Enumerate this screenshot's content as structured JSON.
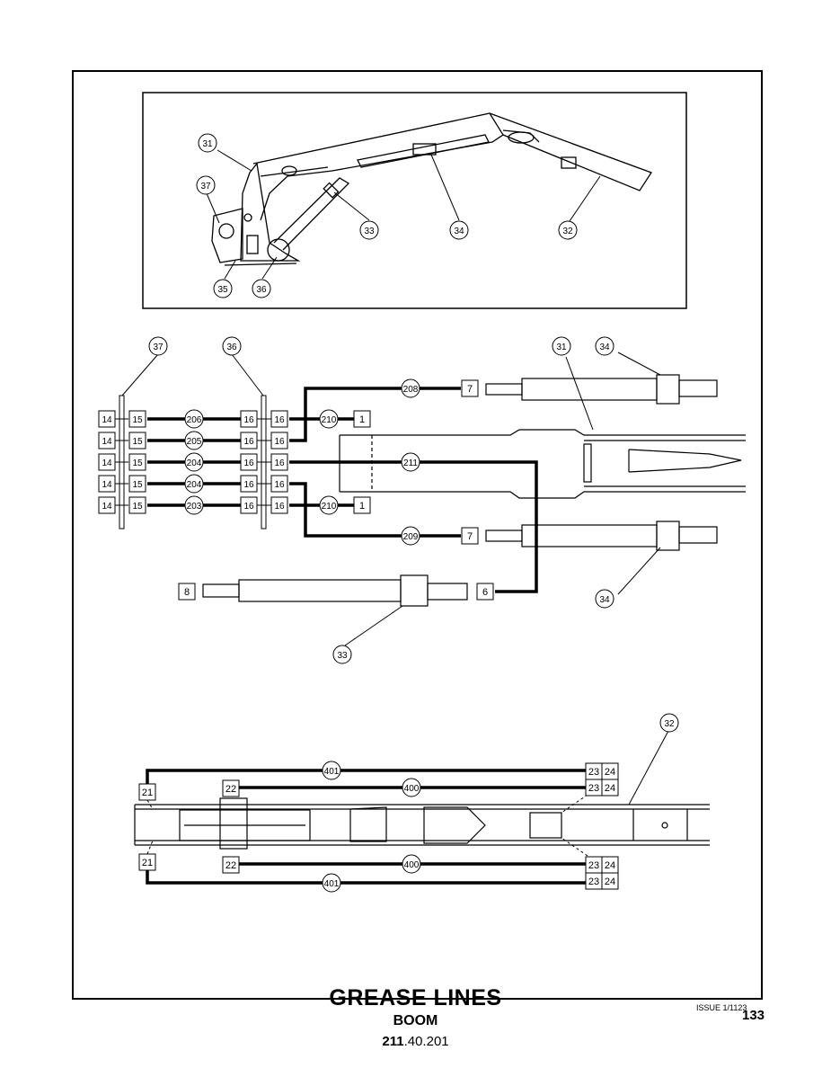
{
  "title": "GREASE LINES",
  "subtitle": "BOOM",
  "number_bold": "211",
  "number_rest": ".40.201",
  "issue": "ISSUE 1/1123",
  "page": "133",
  "overview": {
    "callouts": [
      {
        "id": "ov-31",
        "label": "31"
      },
      {
        "id": "ov-37",
        "label": "37"
      },
      {
        "id": "ov-33",
        "label": "33"
      },
      {
        "id": "ov-34",
        "label": "34"
      },
      {
        "id": "ov-32",
        "label": "32"
      },
      {
        "id": "ov-35",
        "label": "35"
      },
      {
        "id": "ov-36",
        "label": "36"
      }
    ]
  },
  "schematic": {
    "callouts": [
      {
        "id": "sc-37",
        "label": "37"
      },
      {
        "id": "sc-36",
        "label": "36"
      },
      {
        "id": "sc-31",
        "label": "31"
      },
      {
        "id": "sc-34a",
        "label": "34"
      },
      {
        "id": "sc-34b",
        "label": "34"
      },
      {
        "id": "sc-33",
        "label": "33"
      }
    ],
    "rows": [
      {
        "a": "14",
        "b": "15",
        "hose": "206",
        "c": "16",
        "d": "16"
      },
      {
        "a": "14",
        "b": "15",
        "hose": "205",
        "c": "16",
        "d": "16"
      },
      {
        "a": "14",
        "b": "15",
        "hose": "204",
        "c": "16",
        "d": "16"
      },
      {
        "a": "14",
        "b": "15",
        "hose": "204",
        "c": "16",
        "d": "16"
      },
      {
        "a": "14",
        "b": "15",
        "hose": "203",
        "c": "16",
        "d": "16"
      }
    ],
    "hoses": [
      {
        "id": "h208",
        "label": "208"
      },
      {
        "id": "h210a",
        "label": "210"
      },
      {
        "id": "h211",
        "label": "211"
      },
      {
        "id": "h210b",
        "label": "210"
      },
      {
        "id": "h209",
        "label": "209"
      }
    ],
    "fittings": [
      {
        "id": "f7a",
        "label": "7"
      },
      {
        "id": "f1a",
        "label": "1"
      },
      {
        "id": "f1b",
        "label": "1"
      },
      {
        "id": "f7b",
        "label": "7"
      },
      {
        "id": "f8",
        "label": "8"
      },
      {
        "id": "f6",
        "label": "6"
      }
    ]
  },
  "extension": {
    "callout": "32",
    "hoses": [
      {
        "id": "e401a",
        "label": "401"
      },
      {
        "id": "e400a",
        "label": "400"
      },
      {
        "id": "e400b",
        "label": "400"
      },
      {
        "id": "e401b",
        "label": "401"
      }
    ],
    "fittings": [
      {
        "id": "e21a",
        "label": "21"
      },
      {
        "id": "e22a",
        "label": "22"
      },
      {
        "id": "e21b",
        "label": "21"
      },
      {
        "id": "e22b",
        "label": "22"
      },
      {
        "id": "e23a",
        "label": "23"
      },
      {
        "id": "e24a",
        "label": "24"
      },
      {
        "id": "e23b",
        "label": "23"
      },
      {
        "id": "e24b",
        "label": "24"
      },
      {
        "id": "e23c",
        "label": "23"
      },
      {
        "id": "e24c",
        "label": "24"
      },
      {
        "id": "e23d",
        "label": "23"
      },
      {
        "id": "e24d",
        "label": "24"
      }
    ]
  }
}
